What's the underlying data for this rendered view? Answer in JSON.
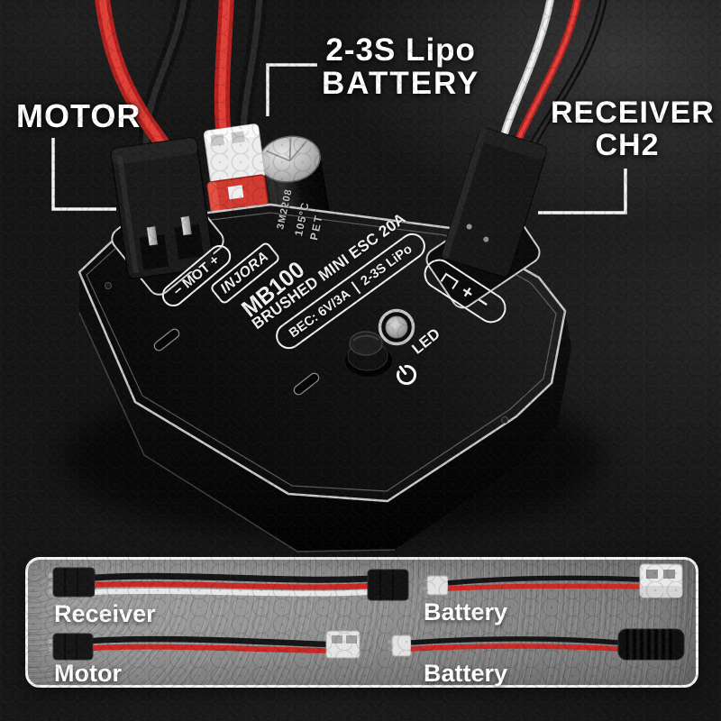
{
  "callouts": {
    "motor": {
      "label": "MOTOR"
    },
    "battery": {
      "line1": "2-3S Lipo",
      "line2": "BATTERY"
    },
    "receiver": {
      "line1": "RECEIVER",
      "line2": "CH2"
    }
  },
  "esc": {
    "brand": "INJORA",
    "model": "MB100",
    "product_title": "BRUSHED MINI ESC 20A",
    "spec_bec": "BEC: 6V/3A",
    "spec_cells": "2-3S LiPo",
    "motor_port": "− MOT +",
    "led": "LED",
    "battery_plus": "+",
    "battery_minus": "−",
    "capacitor": {
      "line1": "3M2208",
      "line2": "105°C",
      "line3": "PET"
    }
  },
  "panel": {
    "cables": [
      {
        "label": "Receiver"
      },
      {
        "label": "Battery"
      },
      {
        "label": "Motor"
      },
      {
        "label": "Battery"
      }
    ]
  },
  "colors": {
    "background": "#151515",
    "wire_red": "#cd2824",
    "wire_black": "#141414",
    "wire_white": "#ececec",
    "case_black": "#101010",
    "trim_silver": "#c8c8c8",
    "latch_red": "#d23a30",
    "panel_gray": "#8d8d8d",
    "label_white": "#ffffff"
  }
}
